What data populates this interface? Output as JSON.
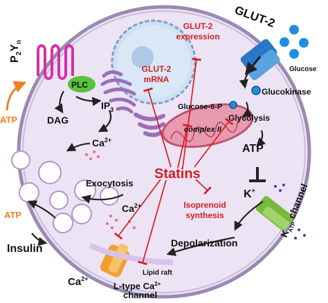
{
  "labels": {
    "p2y": "P",
    "p2y_sub1": "2",
    "y": "Y",
    "p2y_sub2": "n",
    "plc": "PLC",
    "atp_left": "ATP",
    "dag": "DAG",
    "ip3": "IP",
    "ip3_sub": "3",
    "ca_mid": "Ca",
    "ca_mid_sup": "2+",
    "exocytosis": "Exocytosis",
    "atp_insulin": "ATP",
    "insulin": "Insulin",
    "ca_left": "Ca",
    "ca_left_sup": "2+",
    "ca_bottom": "Ca",
    "ca_bottom_sup": "2+",
    "ltype_line1": "L-type Ca",
    "ltype_sup": "2+",
    "ltype_line2": "channel",
    "lipid_raft": "Lipid raft",
    "glut2_expr_line1": "GLUT-2",
    "glut2_expr_line2": "expression",
    "glut2_mrna_line1": "GLUT-2",
    "glut2_mrna_line2": "mRNA",
    "glut2": "GLUT-2",
    "glucose": "Glucose",
    "glucokinase": "Glucokinase",
    "glucose6p": "Glucose-6-P",
    "glycolysis": "Glycolysis",
    "complex2": "complex II",
    "atp_right": "ATP",
    "statins": "Statins",
    "isoprenoid_line1": "Isoprenoid",
    "isoprenoid_line2": "synthesis",
    "k": "K",
    "k_sup": "+",
    "katp_k": "K",
    "katp_sub": "ATP",
    "katp_rest": " channel",
    "depolarization": "Depolarization"
  },
  "colors": {
    "cell_fill": "#ece3f5",
    "cell_border": "#9a8bb0",
    "nucleus_fill": "#cfe0f3",
    "nucleus_border": "#7f9fc8",
    "er": "#9b6fb8",
    "mito": "#e89ab0",
    "mito_border": "#c0536f",
    "receptor": "#d62ea8",
    "plc": "#5ac23a",
    "glut": "#2878c8",
    "glucose_dot": "#1f8ee0",
    "katp": "#78b83c",
    "ltype": "#f0a030",
    "statin_red": "#d41f1f",
    "atp_orange": "#f07f1f",
    "arrow": "#222222"
  }
}
